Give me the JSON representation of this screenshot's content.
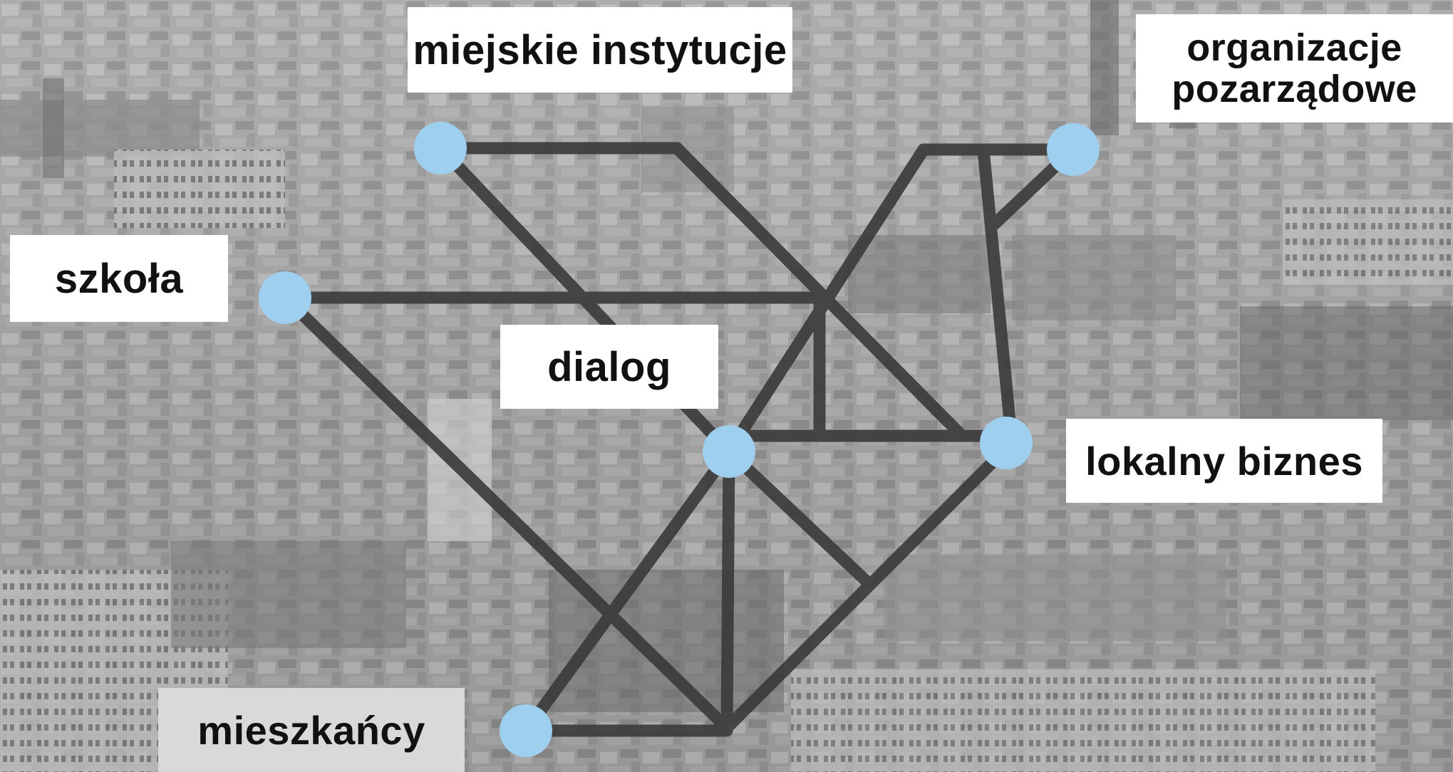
{
  "labels": {
    "miejskie_instytucje": "miejskie instytucje",
    "organizacje_line1": "organizacje",
    "organizacje_line2": "pozarządowe",
    "szkola": "szkoła",
    "dialog": "dialog",
    "lokalny_biznes": "lokalny biznes",
    "mieszkancy": "mieszkańcy"
  },
  "colors": {
    "node": "#9fcfef",
    "line": "#3a3a3a",
    "label_background": "#ffffff",
    "background": "#9a9a9a"
  },
  "nodes": [
    {
      "id": "miejskie_instytucje"
    },
    {
      "id": "organizacje_pozarzadowe"
    },
    {
      "id": "szkola"
    },
    {
      "id": "dialog"
    },
    {
      "id": "lokalny_biznes"
    },
    {
      "id": "mieszkancy"
    }
  ]
}
